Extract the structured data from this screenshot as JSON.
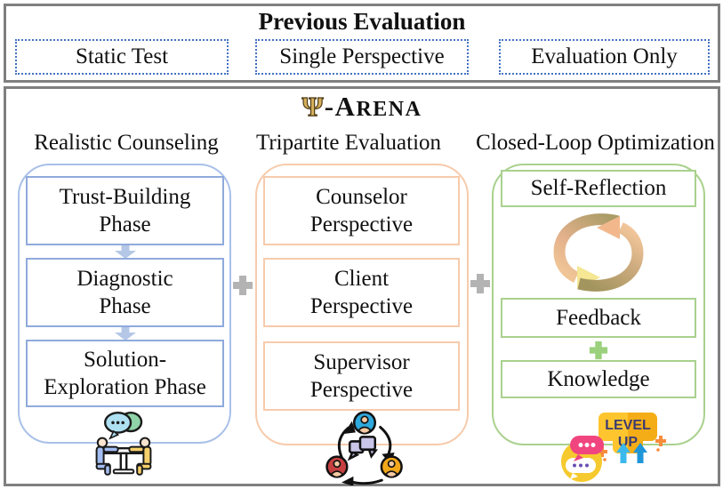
{
  "previous_evaluation": {
    "title": "Previous Evaluation",
    "items": [
      {
        "label": "Static Test"
      },
      {
        "label": "Single Perspective"
      },
      {
        "label": "Evaluation Only"
      }
    ]
  },
  "arena": {
    "symbol": "Ψ",
    "name_large": "-A",
    "name_small": "RENA",
    "columns": [
      {
        "header": "Realistic Counseling",
        "icon": "counseling-session-icon",
        "boxes": [
          {
            "line1": "Trust-Building",
            "line2": "Phase"
          },
          {
            "line1": "Diagnostic",
            "line2": "Phase"
          },
          {
            "line1": "Solution-",
            "line2": "Exploration Phase"
          }
        ]
      },
      {
        "header": "Tripartite Evaluation",
        "icon": "three-party-discussion-icon",
        "boxes": [
          {
            "line1": "Counselor",
            "line2": "Perspective"
          },
          {
            "line1": "Client",
            "line2": "Perspective"
          },
          {
            "line1": "Supervisor",
            "line2": "Perspective"
          }
        ]
      },
      {
        "header": "Closed-Loop Optimization",
        "icon": "level-up-chat-icon",
        "cycle_icon": "iteration-cycle-icon",
        "boxes": [
          {
            "line1": "Self-Reflection"
          },
          {
            "line1": "Feedback"
          },
          {
            "line1": "Knowledge"
          }
        ]
      }
    ],
    "level_up": {
      "line1": "LEVEL",
      "line2": "UP"
    }
  },
  "connectors": {
    "between_columns": "plus",
    "feedback_knowledge": "plus",
    "phase_flow": "down-arrow"
  },
  "colors": {
    "panel_border": "#7f7f7f",
    "dotted_box_border": "#4472c4",
    "blue_accent": "#8faadc",
    "peach_accent": "#f7cbac",
    "green_accent": "#a9d18e",
    "arrow_blue": "#b4c7e7",
    "plus_gray": "#b3b3b3",
    "plus_green": "#9bd07c",
    "psi_gold": "#d8b25c"
  }
}
